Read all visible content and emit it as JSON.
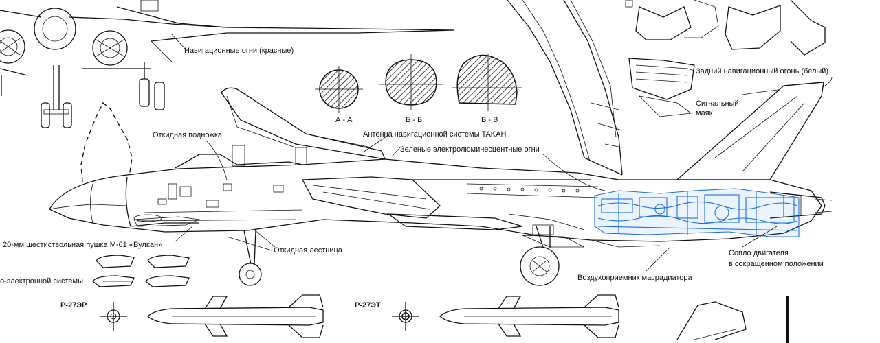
{
  "labels": {
    "nav_lights_red": "Навигационные огни (красные)",
    "section_a": "А - А",
    "section_b": "Б - Б",
    "section_v": "В - В",
    "tacan_antenna": "Антенна навигационной системы TAKAH",
    "green_lights": "Зеленые электролюминесцентные огни",
    "fold_step": "Откидная подножка",
    "cannon": "20-мм шестиствольная пушка М-61 «Вулкан»",
    "fold_ladder": "Откидная лестница",
    "rear_nav_light": "Задний навигационный огонь (белый)",
    "beacon_1": "Сигнальный",
    "beacon_2": "маяк",
    "nozzle_1": "Сопло двигателя",
    "nozzle_2": "в сокращенном положении",
    "oil_intake": "Воздухоприемник масрадиатора",
    "opto_system": "о-электронной системы",
    "missile_er": "Р-27ЭР",
    "missile_et": "Р-27ЭТ"
  },
  "colors": {
    "ink": "#111111",
    "highlight": "#1f6fe0",
    "background": "#ffffff"
  }
}
